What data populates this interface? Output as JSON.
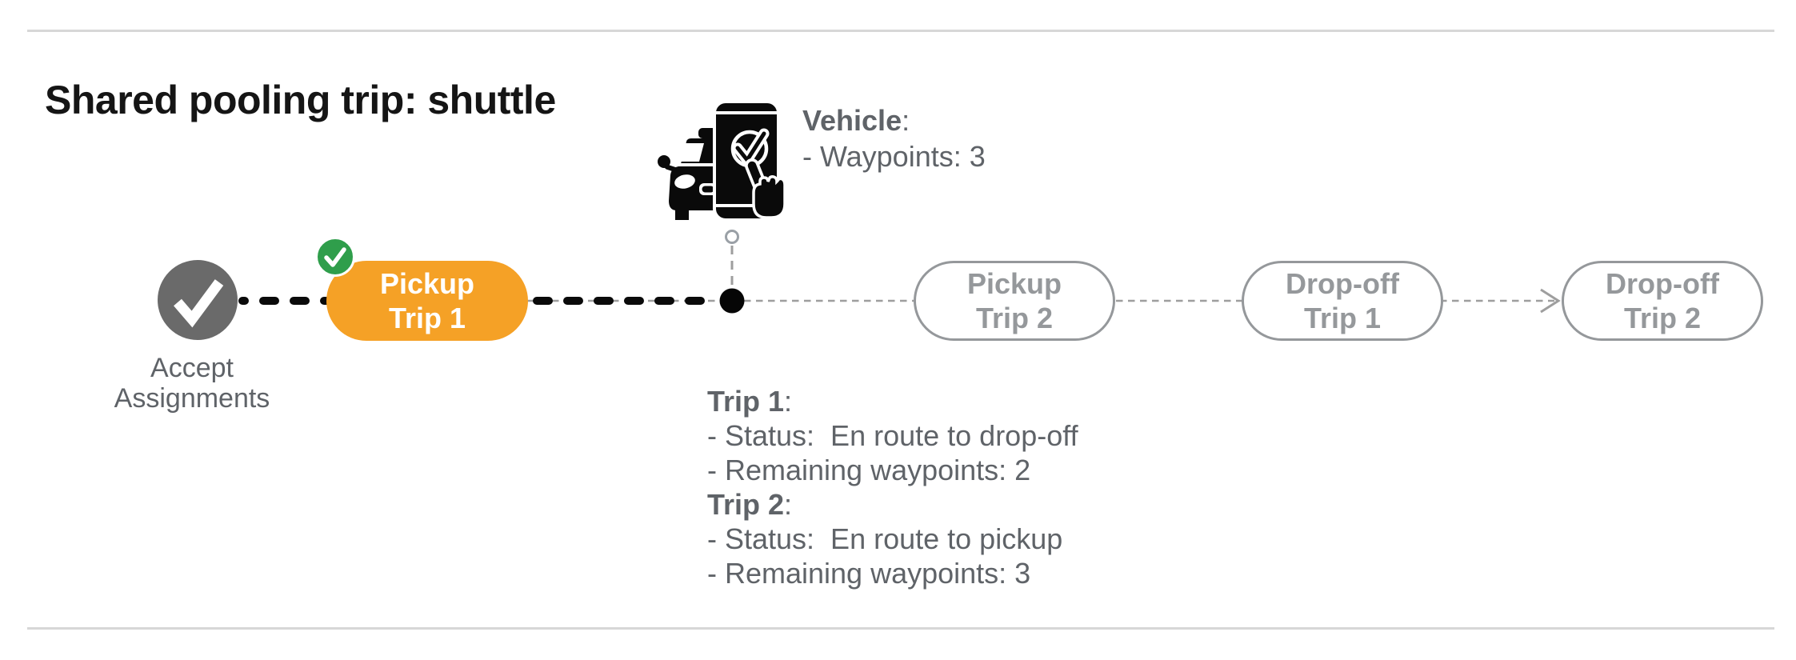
{
  "page": {
    "title": "Shared pooling trip: shuttle"
  },
  "colors": {
    "accent_orange": "#F5A126",
    "success_green": "#2F9E4B",
    "completed_node_gray": "#6A6A6A",
    "body_text_gray": "#5F6368",
    "pending_pill_gray": "#95989B",
    "traveled_line_black": "#0A0A0A",
    "upcoming_line_gray": "#9E9E9E",
    "divider_gray": "#D7D7D7"
  },
  "start_node": {
    "icon": "check-icon",
    "label_line1": "Accept",
    "label_line2": "Assignments"
  },
  "vehicle": {
    "icon": "vehicle-phone-confirm-icon",
    "heading": "Vehicle",
    "heading_suffix": ":",
    "detail": "- Waypoints: 3"
  },
  "steps": [
    {
      "line1": "Pickup",
      "line2": "Trip 1",
      "status": "completed",
      "badge": "check-badge-icon"
    },
    {
      "line1": "Pickup",
      "line2": "Trip 2",
      "status": "upcoming"
    },
    {
      "line1": "Drop-off",
      "line2": "Trip 1",
      "status": "upcoming"
    },
    {
      "line1": "Drop-off",
      "line2": "Trip 2",
      "status": "upcoming"
    }
  ],
  "trip_details": {
    "sections": [
      {
        "heading": "Trip 1",
        "heading_suffix": ":",
        "lines": [
          "- Status:  En route to drop-off",
          "- Remaining waypoints: 2"
        ]
      },
      {
        "heading": "Trip 2",
        "heading_suffix": ":",
        "lines": [
          "- Status:  En route to pickup",
          "- Remaining waypoints: 3"
        ]
      }
    ]
  }
}
